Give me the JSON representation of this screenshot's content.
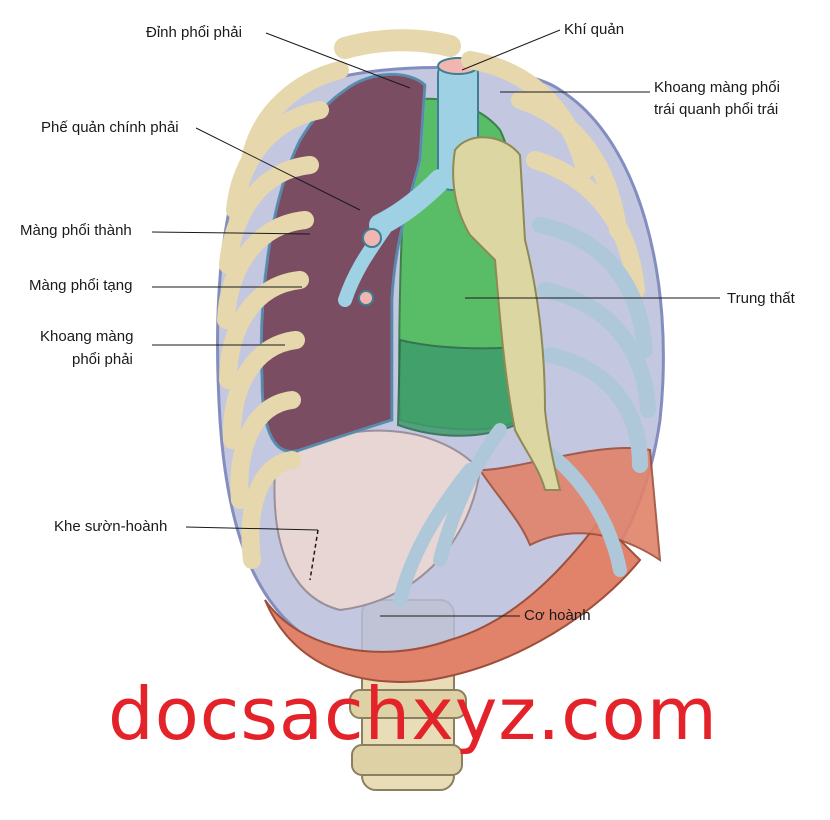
{
  "labels": {
    "apex_right_lung": "Đỉnh phổi phải",
    "trachea": "Khí quản",
    "left_pleural_cavity_line1": "Khoang màng phổi",
    "left_pleural_cavity_line2": "trái quanh phổi trái",
    "right_main_bronchus": "Phế quản chính phải",
    "parietal_pleura": "Màng phổi thành",
    "visceral_pleura": "Màng phổi tạng",
    "mediastinum": "Trung thất",
    "right_pleural_cavity_line1": "Khoang màng",
    "right_pleural_cavity_line2": "phổi phải",
    "costodiaphragmatic_recess": "Khe sườn-hoành",
    "diaphragm": "Cơ hoành"
  },
  "watermark": "docsachxyz.com",
  "colors": {
    "lung": "#7a4d63",
    "pleura": "#9fa8cf",
    "mediastinum": "#4ebd5a",
    "rib": "#e6d8ac",
    "cartilage": "#aec8d9",
    "diaphragm_muscle": "#e0836a",
    "watermark": "#e4222a"
  }
}
